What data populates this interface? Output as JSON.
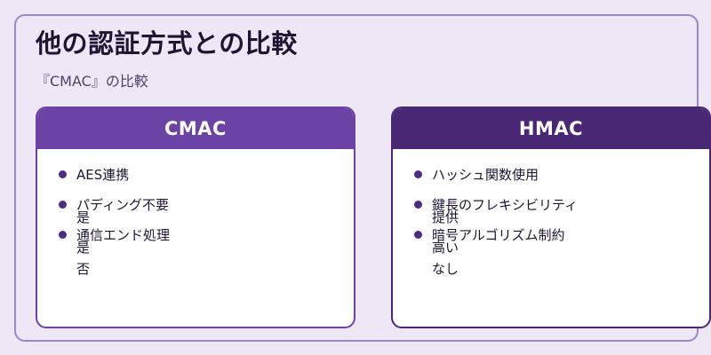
{
  "title": "他の認証方式との比較",
  "subtitle": "『CMAC』の比較",
  "cards": [
    {
      "header": "CMAC",
      "items": [
        {
          "label": "AES連携",
          "value": ""
        },
        {
          "label": "パディング不要",
          "value": "是"
        },
        {
          "label": "通信エンド処理",
          "value": "是"
        }
      ],
      "extra": "否"
    },
    {
      "header": "HMAC",
      "items": [
        {
          "label": "ハッシュ関数使用",
          "value": ""
        },
        {
          "label": "鍵長のフレキシビリティ",
          "value": "提供"
        },
        {
          "label": "暗号アルゴリズム制約",
          "value": "高い"
        }
      ],
      "extra": "なし"
    }
  ],
  "colors": {
    "background": "#ede7f6",
    "cmac_header": "#6c42a4",
    "hmac_header": "#4a2775",
    "bullet": "#4e2d80"
  }
}
